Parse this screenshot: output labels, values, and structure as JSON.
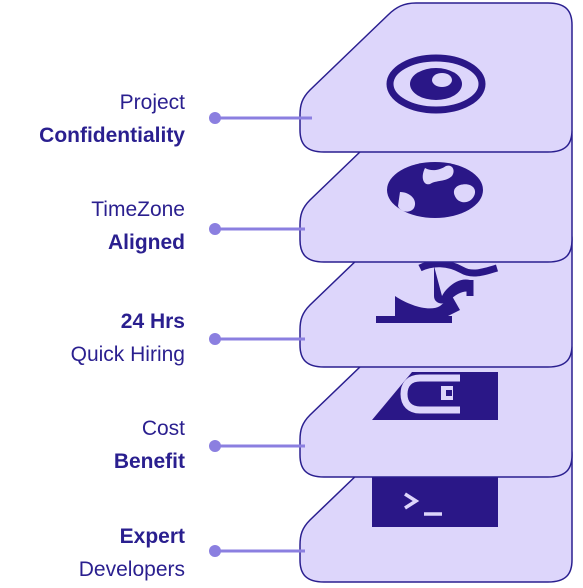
{
  "colors": {
    "text": "#2a1f8f",
    "accent": "#8b7fe0",
    "card_fill": "#ddd6fb",
    "card_stroke": "#2a1f8f",
    "icon": "#2a1787"
  },
  "items": [
    {
      "line1": "Project",
      "line2": "Confidentiality",
      "bold_line": 2,
      "icon": "eye-icon"
    },
    {
      "line1": "TimeZone",
      "line2": "Aligned",
      "bold_line": 2,
      "icon": "globe-icon"
    },
    {
      "line1": "24 Hrs",
      "line2": "Quick Hiring",
      "bold_line": 1,
      "icon": "hourglass-icon"
    },
    {
      "line1": "Cost",
      "line2": "Benefit",
      "bold_line": 2,
      "icon": "wallet-icon"
    },
    {
      "line1": "Expert",
      "line2": "Developers",
      "bold_line": 1,
      "icon": "terminal-icon"
    }
  ]
}
